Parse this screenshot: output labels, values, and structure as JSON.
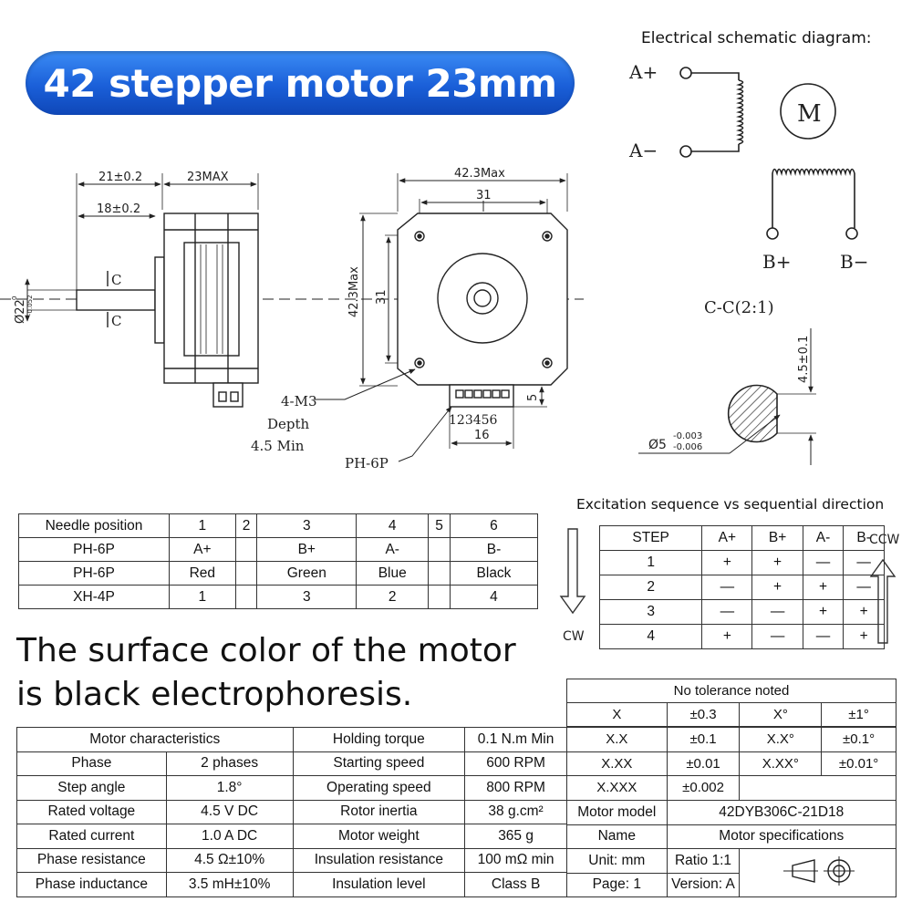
{
  "title": "42 stepper motor 23mm",
  "schematic": {
    "label": "Electrical schematic diagram:",
    "a_plus": "A+",
    "a_minus": "A−",
    "motor": "M",
    "b_plus": "B+",
    "b_minus": "B−",
    "section": "C-C(2:1)"
  },
  "side_view": {
    "dim_21": "21±0.2",
    "dim_23": "23MAX",
    "dim_18": "18±0.2",
    "dia_main": "Ø22",
    "dia_tol_top": "0",
    "dia_tol_bot": "-0.052",
    "c_top": "C",
    "c_bot": "C"
  },
  "front_view": {
    "dim_width": "42.3Max",
    "dim_31_top": "31",
    "dim_height": "42.3Max",
    "dim_31_side": "31",
    "dim_5": "5",
    "dim_16": "16",
    "pin_numbers": "123456",
    "hole_note_1": "4-M3",
    "hole_note_2": "Depth",
    "hole_note_3": "4.5 Min",
    "connector": "PH-6P"
  },
  "shaft_section": {
    "flat_dim": "4.5±0.1",
    "dia": "Ø5",
    "tol_top": "-0.003",
    "tol_bot": "-0.006"
  },
  "pin_table": {
    "header": [
      "Needle position",
      "1",
      "2",
      "3",
      "4",
      "5",
      "6"
    ],
    "rows": [
      [
        "PH-6P",
        "A+",
        "",
        "B+",
        "A-",
        "",
        "B-"
      ],
      [
        "PH-6P",
        "Red",
        "",
        "Green",
        "Blue",
        "",
        "Black"
      ],
      [
        "XH-4P",
        "1",
        "",
        "3",
        "2",
        "",
        "4"
      ]
    ]
  },
  "sequence": {
    "title": "Excitation sequence vs sequential direction",
    "ccw": "CCW",
    "cw": "CW",
    "header": [
      "STEP",
      "A+",
      "B+",
      "A-",
      "B-"
    ],
    "rows": [
      [
        "1",
        "+",
        "+",
        "—",
        "—"
      ],
      [
        "2",
        "—",
        "+",
        "+",
        "—"
      ],
      [
        "3",
        "—",
        "—",
        "+",
        "+"
      ],
      [
        "4",
        "+",
        "—",
        "—",
        "+"
      ]
    ]
  },
  "surface_note": {
    "line1": "The surface color of the motor",
    "line2": "is black electrophoresis."
  },
  "tolerance": {
    "title": "No tolerance noted",
    "rows": [
      [
        "X",
        "±0.3",
        "X°",
        "±1°"
      ],
      [
        "X.X",
        "±0.1",
        "X.X°",
        "±0.1°"
      ],
      [
        "X.XX",
        "±0.01",
        "X.XX°",
        "±0.01°"
      ],
      [
        "X.XXX",
        "±0.002",
        "",
        ""
      ]
    ]
  },
  "specs": {
    "header": [
      "Motor characteristics",
      "Holding torque",
      "0.1 N.m Min"
    ],
    "rows": [
      [
        "Phase",
        "2 phases",
        "Starting speed",
        "600 RPM"
      ],
      [
        "Step angle",
        "1.8°",
        "Operating speed",
        "800 RPM"
      ],
      [
        "Rated voltage",
        "4.5 V DC",
        "Rotor inertia",
        "38 g.cm²"
      ],
      [
        "Rated current",
        "1.0 A DC",
        "Motor weight",
        "365 g"
      ],
      [
        "Phase resistance",
        "4.5 Ω±10%",
        "Insulation resistance",
        "100 mΩ min"
      ],
      [
        "Phase inductance",
        "3.5 mH±10%",
        "Insulation level",
        "Class B"
      ]
    ]
  },
  "info": {
    "model_label": "Motor model",
    "model_value": "42DYB306C-21D18",
    "name_label": "Name",
    "name_value": "Motor specifications",
    "unit": "Unit: mm",
    "ratio": "Ratio 1:1",
    "page": "Page: 1",
    "version": "Version: A",
    "projection_icon": "third-angle-projection-icon"
  }
}
